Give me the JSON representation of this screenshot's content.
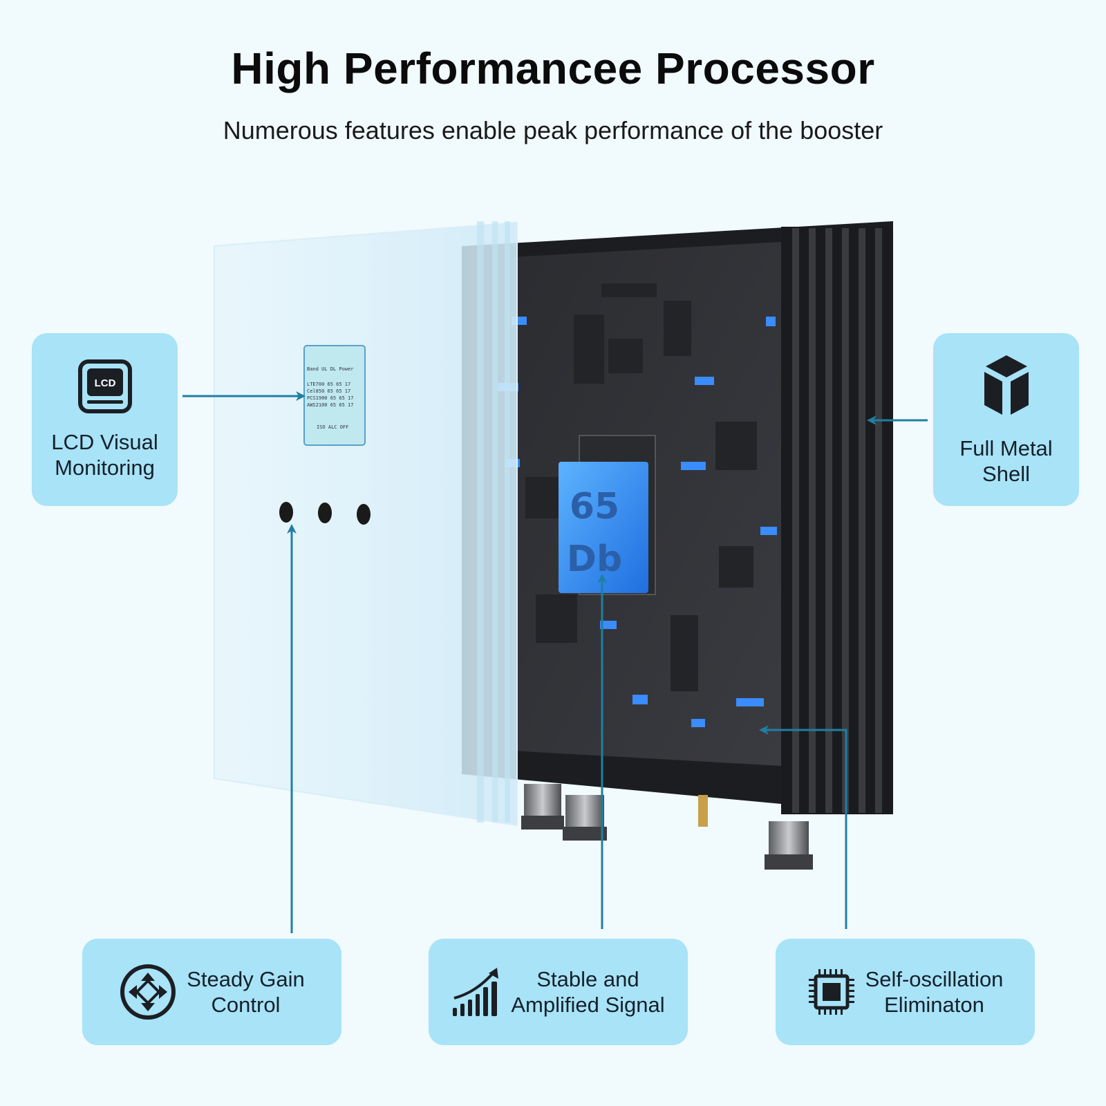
{
  "header": {
    "title": "High Performancee Processor",
    "subtitle": "Numerous features enable peak performance of the booster"
  },
  "features": {
    "lcd": {
      "label": "LCD Visual\nMonitoring",
      "icon": "lcd-monitor-icon",
      "icon_text": "LCD"
    },
    "metal": {
      "label": "Full Metal\nShell",
      "icon": "metal-cube-icon"
    },
    "gain": {
      "label": "Steady Gain\nControl",
      "icon": "direction-pad-icon"
    },
    "signal": {
      "label": "Stable and\nAmplified Signal",
      "icon": "signal-bars-icon"
    },
    "oscillation": {
      "label": "Self-oscillation\nEliminaton",
      "icon": "processor-chip-icon"
    }
  },
  "device": {
    "chip_value": "65",
    "chip_unit": "Db",
    "lcd_screen": {
      "header": "Band  UL  DL  Power",
      "row1": "LTE700  65 65  17",
      "row2": "Cel850  65 65  17",
      "row3": "PCS1900 65 65  17",
      "row4": "AWS2100 65 65  17",
      "footer": "ISO  ALC  OFF"
    }
  },
  "colors": {
    "background": "#f1fafd",
    "card": "#a8e3f7",
    "accent_arrow": "#1f7fa3",
    "shell_dark": "#1c1d20",
    "chip_blue": "#2f8cf0"
  }
}
